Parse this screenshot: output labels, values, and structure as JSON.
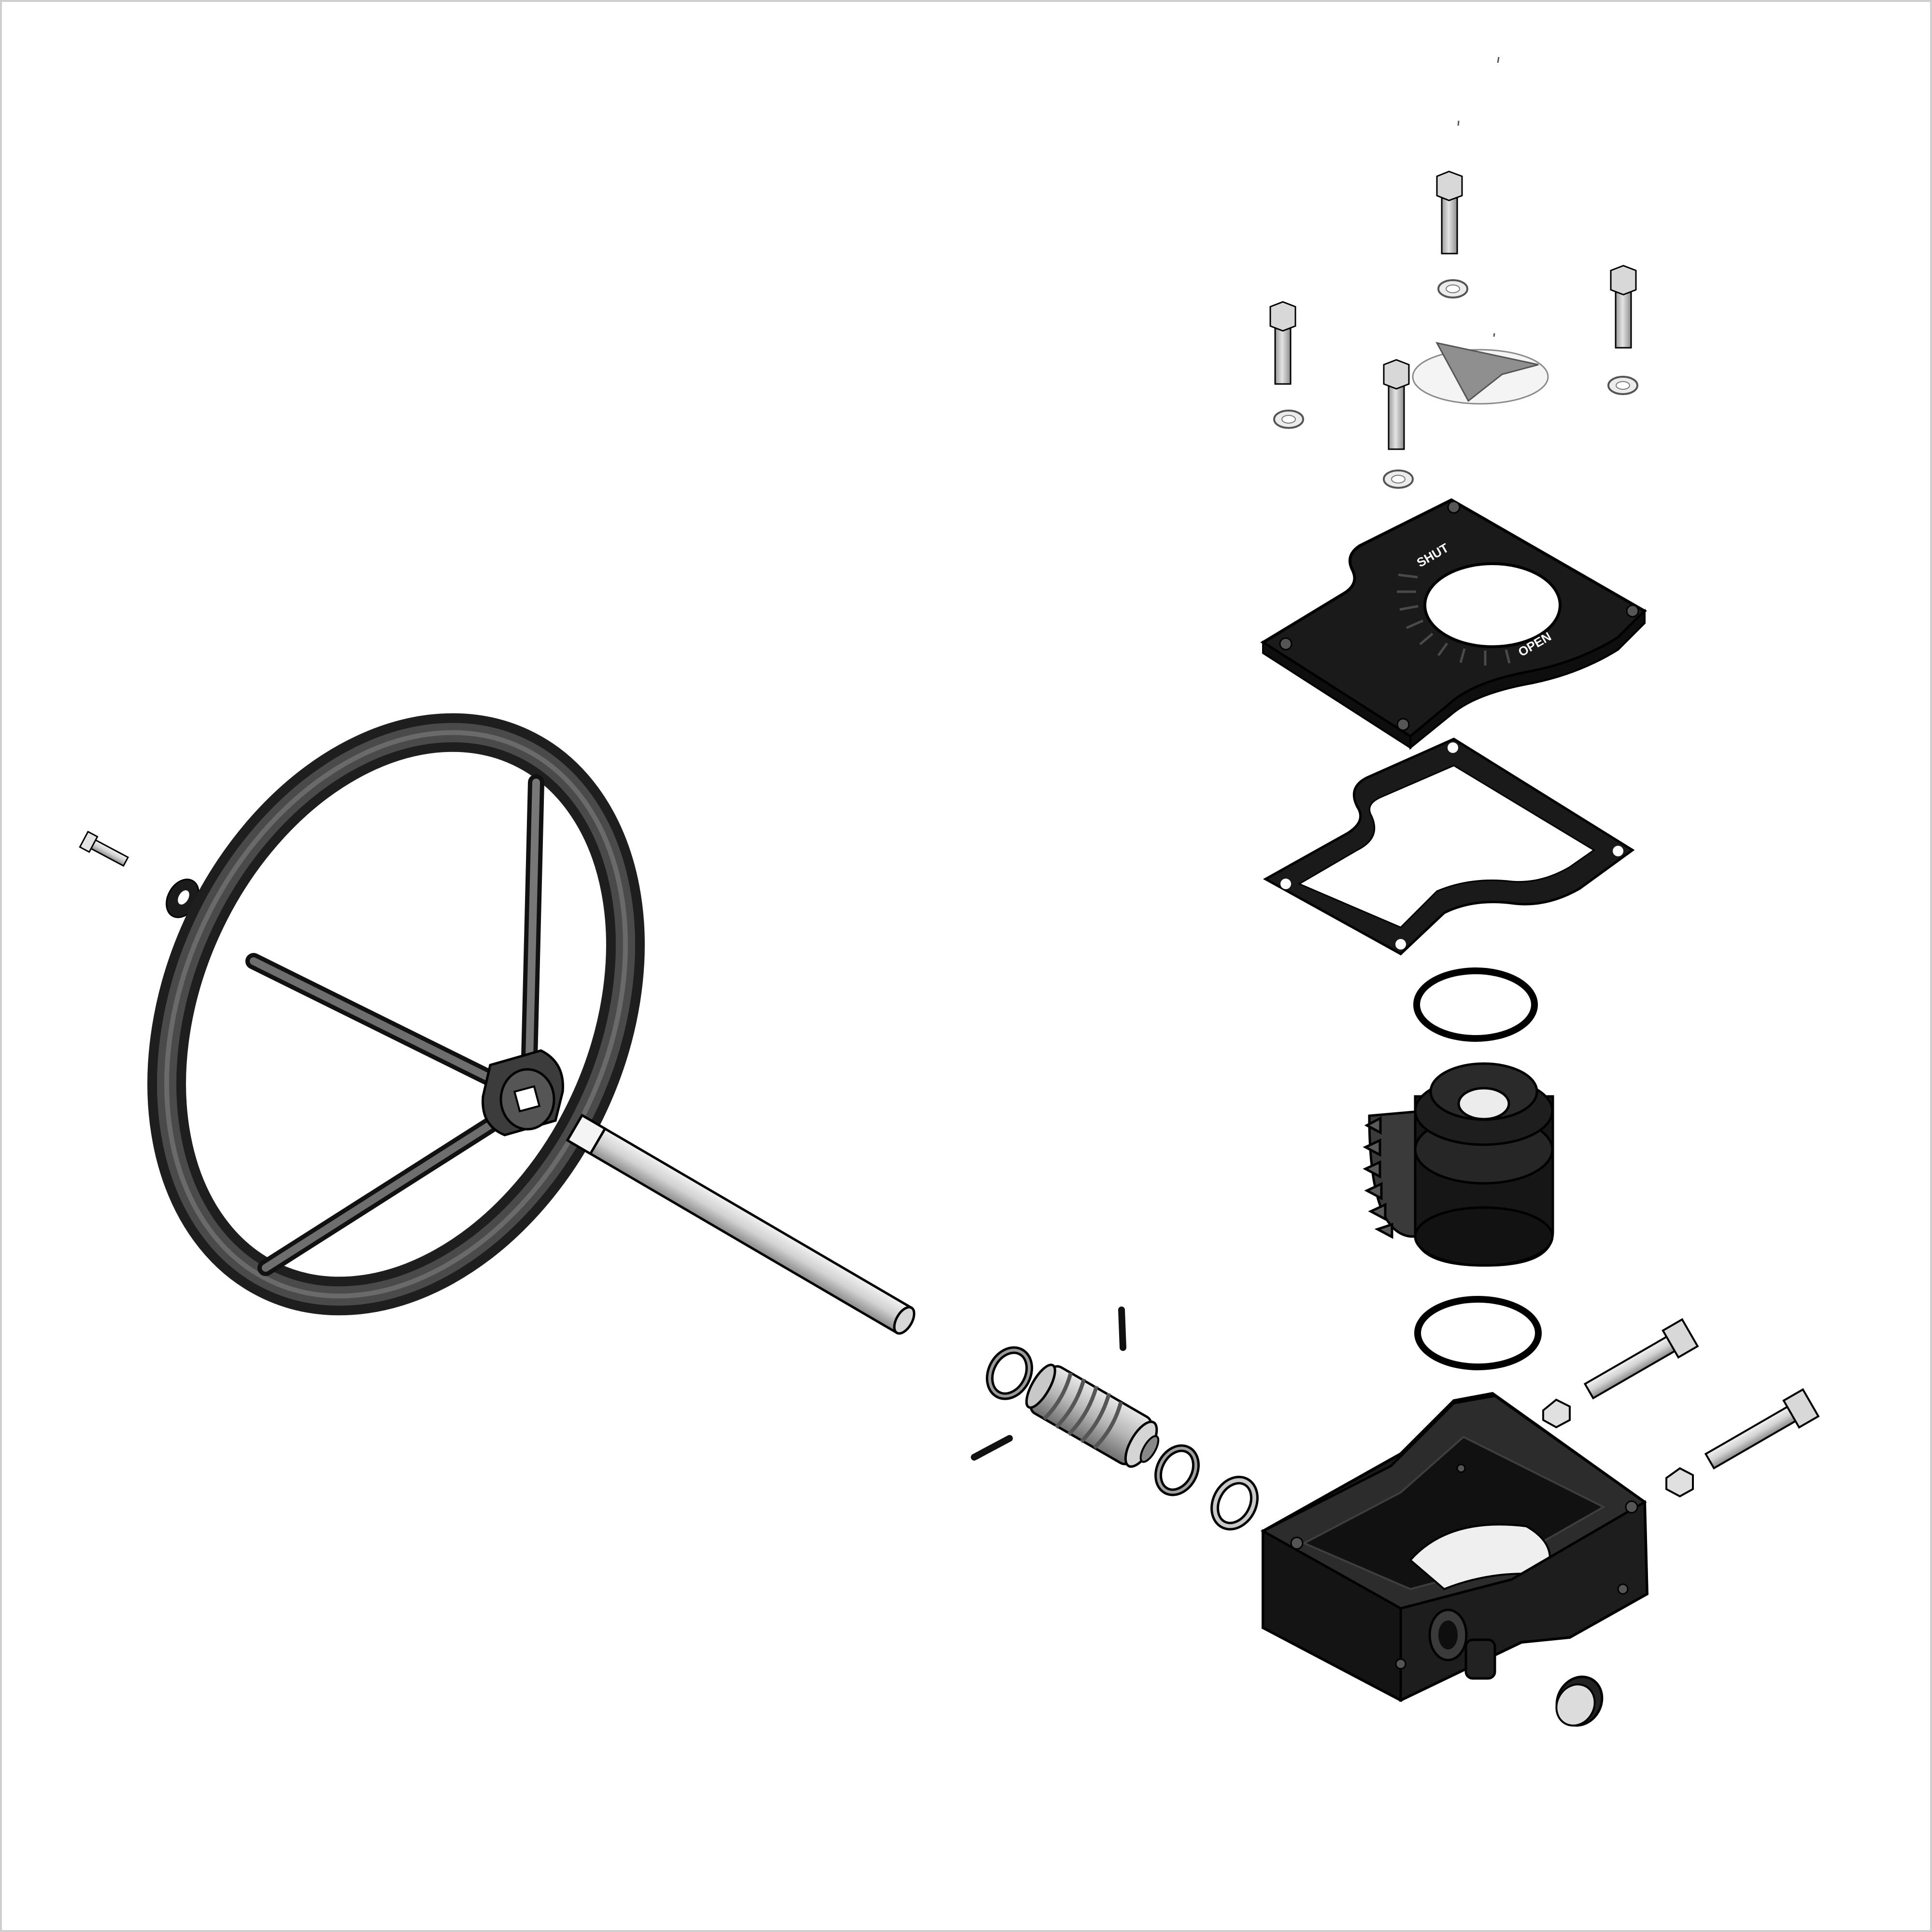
{
  "drawing": {
    "cover_plate_markings": {
      "shut_label": "SHUT",
      "open_label": "OPEN"
    },
    "colors": {
      "background": "#ffffff",
      "housing": "#1b1b1b",
      "hardware_light": "#d6d6d6",
      "handwheel": "#3a3a3a",
      "outline": "#000000"
    },
    "parts": [
      {
        "name": "handwheel-retaining-screw"
      },
      {
        "name": "handwheel-washer"
      },
      {
        "name": "handwheel"
      },
      {
        "name": "input-shaft"
      },
      {
        "name": "worm-shaft-bearing"
      },
      {
        "name": "worm-gear"
      },
      {
        "name": "roll-pin"
      },
      {
        "name": "worm-bearing"
      },
      {
        "name": "worm-bearing-seal"
      },
      {
        "name": "gearbox-housing"
      },
      {
        "name": "housing-plug"
      },
      {
        "name": "stop-bolt"
      },
      {
        "name": "stop-bolt-nut"
      },
      {
        "name": "worm-segment-gear"
      },
      {
        "name": "o-ring"
      },
      {
        "name": "cover-gasket"
      },
      {
        "name": "cover-plate"
      },
      {
        "name": "position-indicator"
      },
      {
        "name": "cover-bolt"
      },
      {
        "name": "cover-bolt-washer"
      }
    ]
  }
}
